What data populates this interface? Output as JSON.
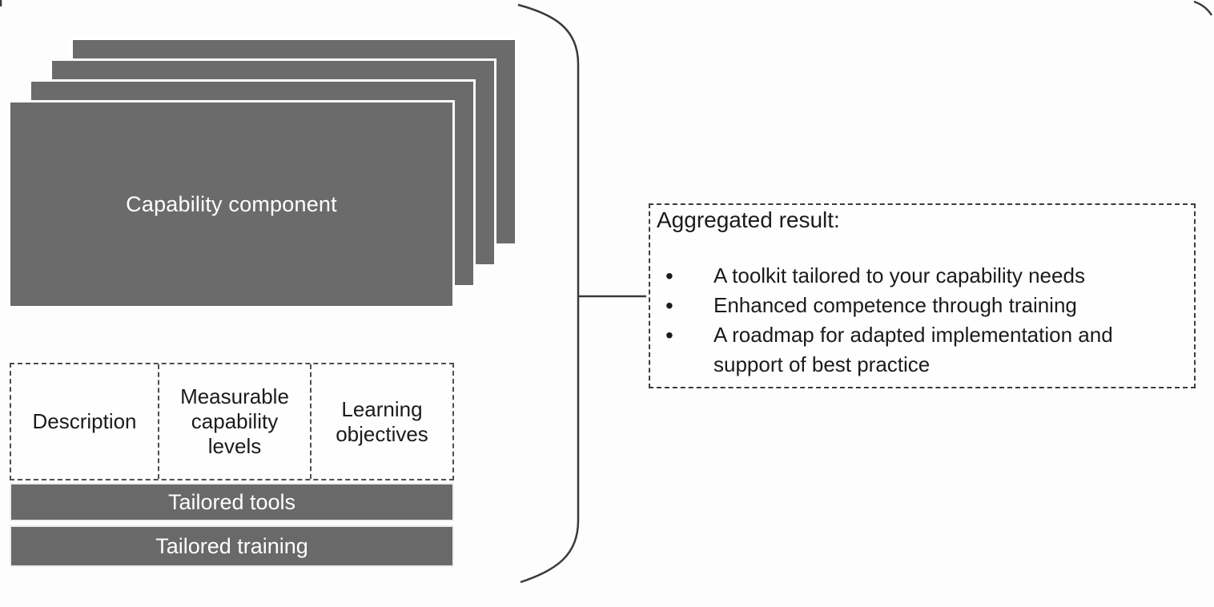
{
  "colors": {
    "card_gray": "#6b6b6b",
    "bar_gray": "#696969",
    "line_dark": "#3a3a3a",
    "text_dark": "#1b1b1b",
    "background": "#fdfdfd"
  },
  "stack": {
    "label": "Capability component"
  },
  "table": {
    "cells": [
      "Description",
      "Measurable capability levels",
      "Learning objectives"
    ]
  },
  "bars": {
    "items": [
      "Tailored tools",
      "Tailored training"
    ]
  },
  "result_box": {
    "title": "Aggregated result:",
    "bullet_char": "•",
    "bullets": [
      "A toolkit tailored to your capability needs",
      "Enhanced competence through training",
      "A roadmap for adapted implementation and support of best practice"
    ]
  }
}
